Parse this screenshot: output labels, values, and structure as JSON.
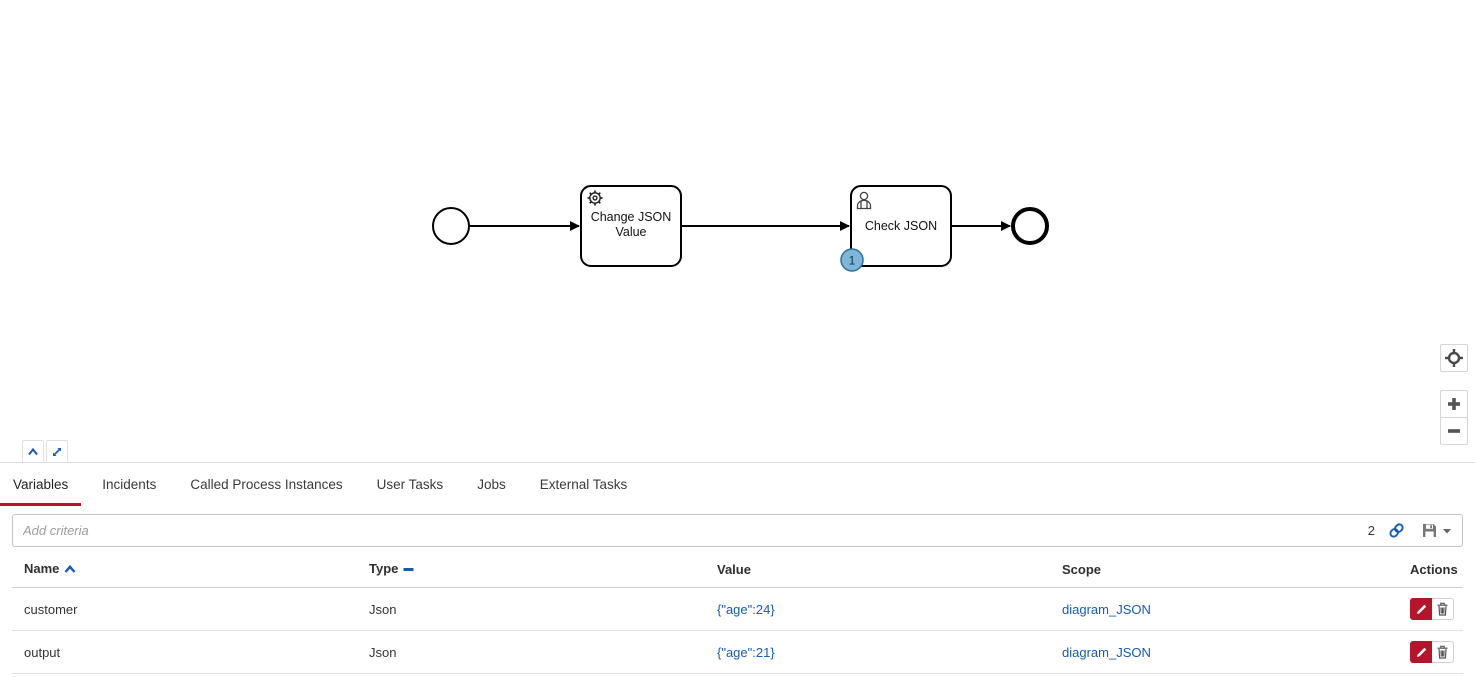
{
  "colors": {
    "accent_red": "#b5152b",
    "link_blue": "#155cb5",
    "badge_fill": "#7cb6d9",
    "badge_border": "#2f6f9f",
    "shape_stroke": "#000000"
  },
  "diagram": {
    "start_event": "start-event",
    "end_event": "end-event",
    "task1": {
      "label_line1": "Change JSON",
      "label_line2": "Value",
      "type": "service-task"
    },
    "task2": {
      "label": "Check JSON",
      "type": "user-task",
      "badge_count": "1"
    }
  },
  "panel": {
    "tabs": [
      {
        "label": "Variables",
        "active": true
      },
      {
        "label": "Incidents",
        "active": false
      },
      {
        "label": "Called Process Instances",
        "active": false
      },
      {
        "label": "User Tasks",
        "active": false
      },
      {
        "label": "Jobs",
        "active": false
      },
      {
        "label": "External Tasks",
        "active": false
      }
    ]
  },
  "search": {
    "placeholder": "Add criteria",
    "count": "2"
  },
  "table": {
    "headers": {
      "name": "Name",
      "type": "Type",
      "value": "Value",
      "scope": "Scope",
      "actions": "Actions"
    },
    "rows": [
      {
        "name": "customer",
        "type": "Json",
        "value": "{\"age\":24}",
        "scope": "diagram_JSON"
      },
      {
        "name": "output",
        "type": "Json",
        "value": "{\"age\":21}",
        "scope": "diagram_JSON"
      }
    ]
  }
}
